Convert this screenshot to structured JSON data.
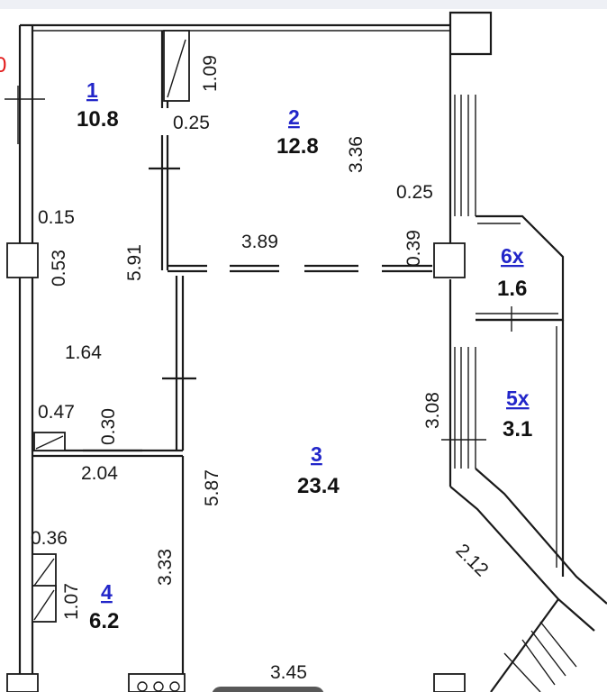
{
  "colors": {
    "room_number": "#2226c9",
    "area": "#111111",
    "edge_mark": "#e21a1a",
    "wall": "#1a1a1a"
  },
  "edge_mark": "0",
  "rooms": [
    {
      "number": "1",
      "area": "10.8"
    },
    {
      "number": "2",
      "area": "12.8"
    },
    {
      "number": "3",
      "area": "23.4"
    },
    {
      "number": "4",
      "area": "6.2"
    },
    {
      "number": "5х",
      "area": "3.1"
    },
    {
      "number": "6х",
      "area": "1.6"
    }
  ],
  "dimensions": {
    "d1_09": "1.09",
    "d0_25a": "0.25",
    "d3_36": "3.36",
    "d0_25b": "0.25",
    "d0_15": "0.15",
    "d0_53": "0.53",
    "d5_91": "5.91",
    "d3_89": "3.89",
    "d0_39": "0.39",
    "d1_64": "1.64",
    "d3_08": "3.08",
    "d0_47": "0.47",
    "d0_30": "0.30",
    "d2_04": "2.04",
    "d5_87": "5.87",
    "d0_36": "0.36",
    "d3_33": "3.33",
    "d2_12": "2.12",
    "d1_07": "1.07",
    "d3_45": "3.45"
  }
}
